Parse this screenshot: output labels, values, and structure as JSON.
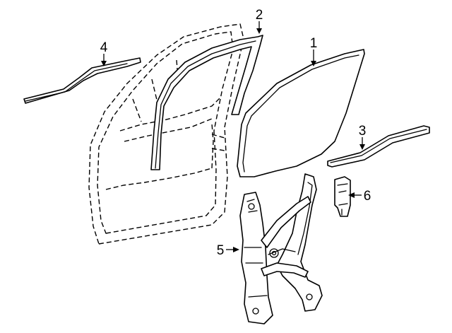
{
  "diagram": {
    "callouts": {
      "c1": "1",
      "c2": "2",
      "c3": "3",
      "c4": "4",
      "c5": "5",
      "c6": "6"
    }
  },
  "colors": {
    "line": "#000000",
    "background": "#ffffff"
  }
}
